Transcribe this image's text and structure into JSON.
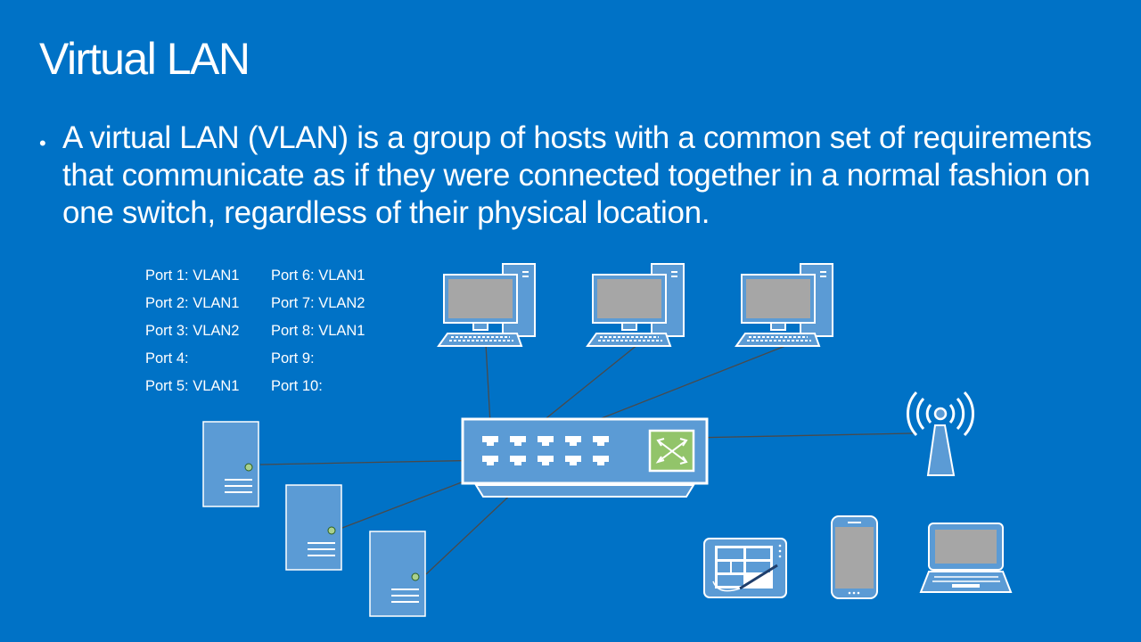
{
  "slide": {
    "title": "Virtual LAN",
    "bullet_marker": "•",
    "bullet": "A virtual LAN (VLAN) is a group of hosts with a common set of requirements that communicate as if they were connected together in a normal fashion on one switch, regardless of their physical location."
  },
  "ports": [
    {
      "left": "Port 1: VLAN1",
      "right": "Port 6: VLAN1"
    },
    {
      "left": "Port 2: VLAN1",
      "right": "Port 7: VLAN2"
    },
    {
      "left": "Port 3: VLAN2",
      "right": "Port 8: VLAN1"
    },
    {
      "left": "Port 4:",
      "right": "Port 9:"
    },
    {
      "left": "Port 5: VLAN1",
      "right": "Port 10:"
    }
  ],
  "colors": {
    "background": "#0072c6",
    "device_fill": "#5b9bd5",
    "screen_fill": "#a6a6a6",
    "led_green": "#a9d18e",
    "switch_icon": "#92c46a",
    "line": "#4a4a4a"
  },
  "icons": [
    "desktop-computer-icon",
    "network-switch-icon",
    "server-icon",
    "wireless-tower-icon",
    "tablet-icon",
    "smartphone-icon",
    "laptop-icon"
  ]
}
